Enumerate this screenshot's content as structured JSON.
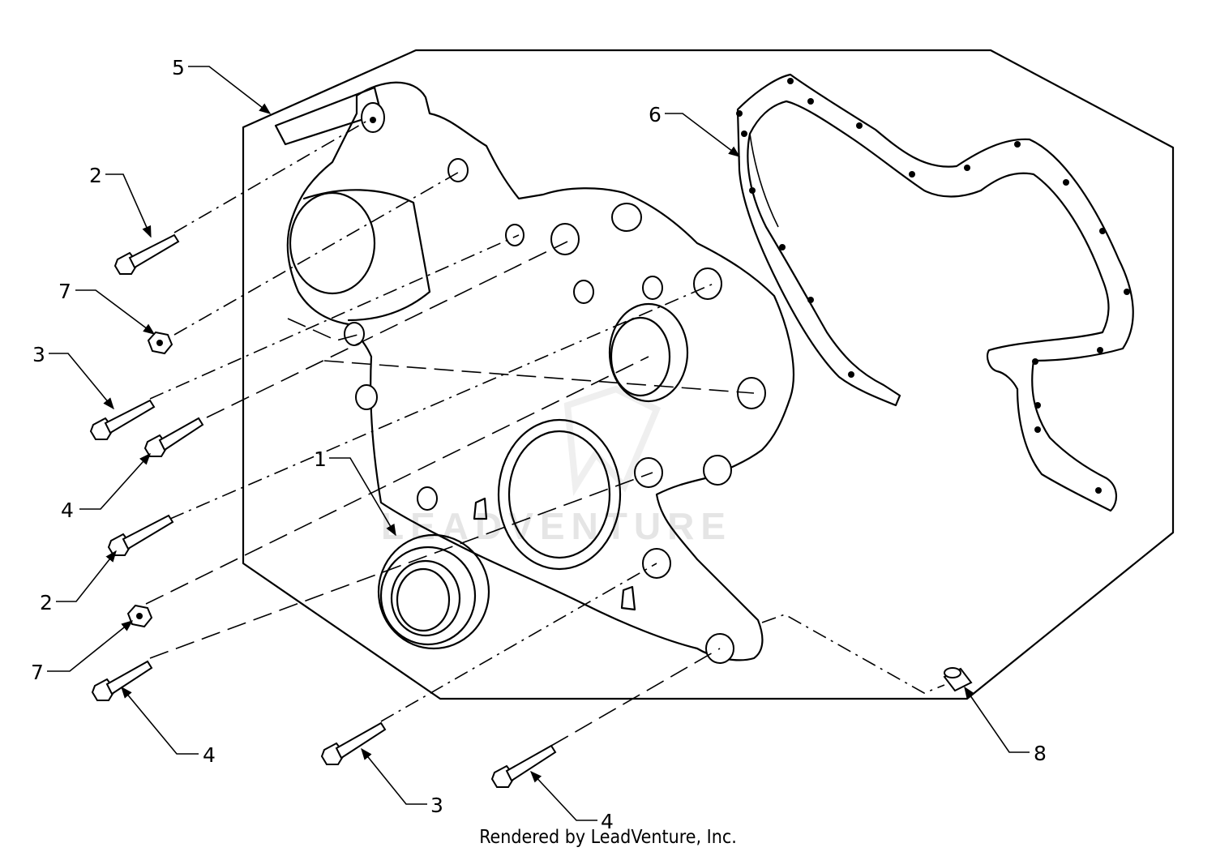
{
  "watermark": "LEADVENTURE",
  "footer": "Rendered by LeadVenture, Inc.",
  "callouts": [
    {
      "id": "c5",
      "label": "5"
    },
    {
      "id": "c6",
      "label": "6"
    },
    {
      "id": "c2a",
      "label": "2"
    },
    {
      "id": "c7a",
      "label": "7"
    },
    {
      "id": "c3a",
      "label": "3"
    },
    {
      "id": "c4a",
      "label": "4"
    },
    {
      "id": "c1",
      "label": "1"
    },
    {
      "id": "c2b",
      "label": "2"
    },
    {
      "id": "c7b",
      "label": "7"
    },
    {
      "id": "c4b",
      "label": "4"
    },
    {
      "id": "c3b",
      "label": "3"
    },
    {
      "id": "c4c",
      "label": "4"
    },
    {
      "id": "c8",
      "label": "8"
    }
  ]
}
